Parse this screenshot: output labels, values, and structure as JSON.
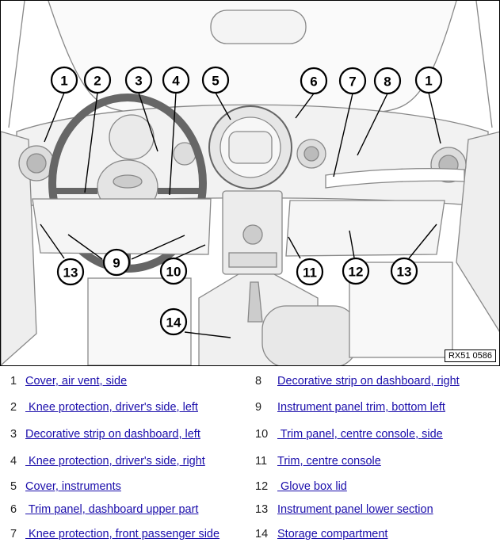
{
  "figure": {
    "ref_code": "RX51 0586",
    "callouts": [
      "1",
      "2",
      "3",
      "4",
      "5",
      "6",
      "7",
      "8",
      "1",
      "9",
      "10",
      "11",
      "12",
      "13",
      "13",
      "14"
    ]
  },
  "legend": {
    "left": [
      {
        "num": "1",
        "label": "Cover, air vent, side"
      },
      {
        "num": "2",
        "label": " Knee protection, driver's side, left"
      },
      {
        "num": "3",
        "label": "Decorative strip on dashboard, left"
      },
      {
        "num": "4",
        "label": " Knee protection, driver's side, right"
      },
      {
        "num": "5",
        "label": "Cover, instruments"
      },
      {
        "num": "6",
        "label": " Trim panel, dashboard upper part"
      },
      {
        "num": "7",
        "label": " Knee protection, front passenger side"
      }
    ],
    "right": [
      {
        "num": "8",
        "label": "Decorative strip on dashboard, right"
      },
      {
        "num": "9",
        "label": "Instrument panel trim, bottom left"
      },
      {
        "num": "10",
        "label": " Trim panel, centre console, side"
      },
      {
        "num": "11",
        "label": "Trim, centre console"
      },
      {
        "num": "12",
        "label": " Glove box lid"
      },
      {
        "num": "13",
        "label": "Instrument panel lower section"
      },
      {
        "num": "14",
        "label": "Storage compartment"
      }
    ]
  }
}
